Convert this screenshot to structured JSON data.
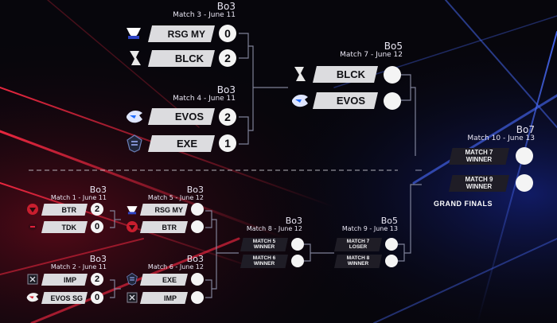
{
  "colors": {
    "bg": "#07060c",
    "red": "#e0203a",
    "blue": "#2d5bff",
    "bar": "#dcdcdf"
  },
  "upper": {
    "m3": {
      "format": "Bo3",
      "sub": "Match 3 - June 11",
      "t1": "RSG MY",
      "s1": "0",
      "t2": "BLCK",
      "s2": "2"
    },
    "m4": {
      "format": "Bo3",
      "sub": "Match 4 - June 11",
      "t1": "EVOS",
      "s1": "2",
      "t2": "EXE",
      "s2": "1"
    },
    "m7": {
      "format": "Bo5",
      "sub": "Match 7 - June 12",
      "t1": "BLCK",
      "t2": "EVOS"
    }
  },
  "lower": {
    "m1": {
      "format": "Bo3",
      "sub": "Match 1 - June 11",
      "t1": "BTR",
      "s1": "2",
      "t2": "TDK",
      "s2": "0"
    },
    "m2": {
      "format": "Bo3",
      "sub": "Match 2 - June 11",
      "t1": "IMP",
      "s1": "2",
      "t2": "EVOS SG",
      "s2": "0"
    },
    "m5": {
      "format": "Bo3",
      "sub": "Match 5 - June 12",
      "t1": "RSG MY",
      "t2": "BTR"
    },
    "m6": {
      "format": "Bo3",
      "sub": "Match 6 - June 12",
      "t1": "EXE",
      "t2": "IMP"
    },
    "m8": {
      "format": "Bo3",
      "sub": "Match 8 - June 12",
      "t1a": "MATCH 5",
      "t1b": "WINNER",
      "t2a": "MATCH 6",
      "t2b": "WINNER"
    },
    "m9": {
      "format": "Bo5",
      "sub": "Match 9 - June 13",
      "t1a": "MATCH 7",
      "t1b": "LOSER",
      "t2a": "MATCH 8",
      "t2b": "WINNER"
    }
  },
  "final": {
    "format": "Bo7",
    "sub": "Match 10 - June 13",
    "t1a": "MATCH 7",
    "t1b": "WINNER",
    "t2a": "MATCH 9",
    "t2b": "WINNER",
    "label": "GRAND FINALS"
  }
}
